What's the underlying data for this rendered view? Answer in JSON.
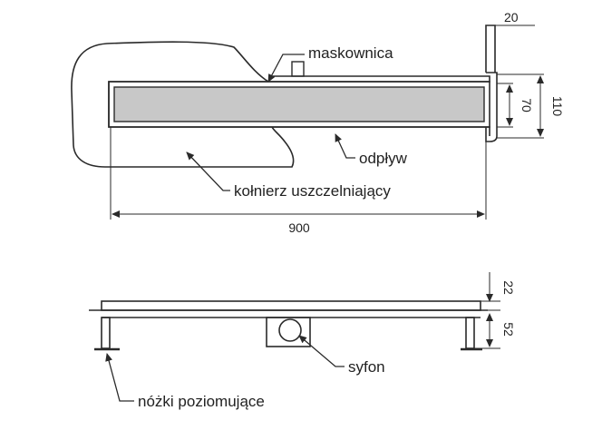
{
  "labels": {
    "maskownica": "maskownica",
    "odplyw": "odpływ",
    "kolnierz": "kołnierz uszczelniający",
    "syfon": "syfon",
    "nozki": "nóżki poziomujące"
  },
  "dimensions": {
    "top_width": "20",
    "inner_height": "70",
    "outer_height": "110",
    "length": "900",
    "top_thickness": "22",
    "leg_height": "52"
  },
  "colors": {
    "line": "#2a2a2a",
    "grate_fill": "#c8c8c8"
  }
}
